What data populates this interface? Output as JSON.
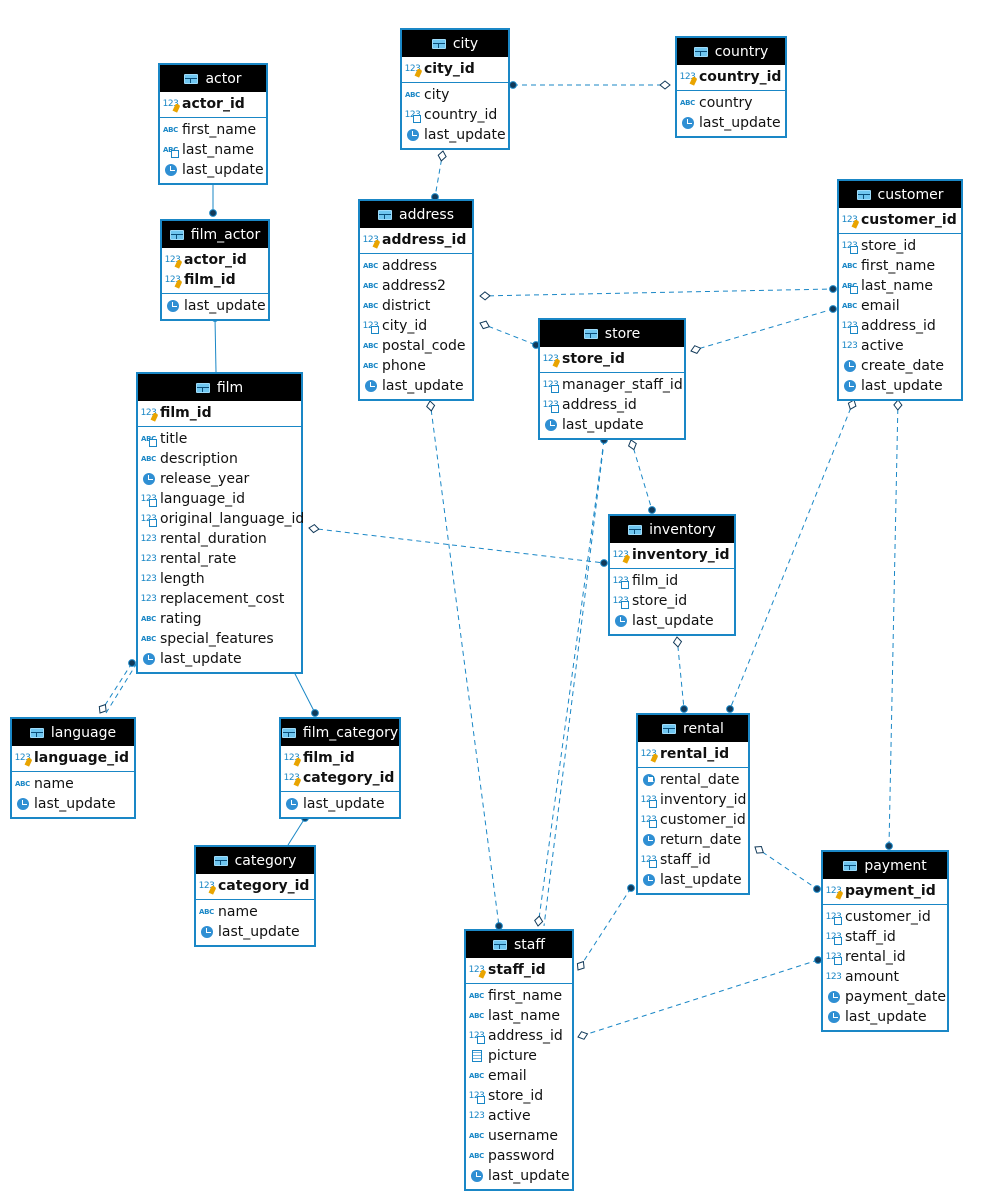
{
  "entities": [
    {
      "id": "actor",
      "title": "actor",
      "pk": [
        {
          "name": "actor_id",
          "icon": "number-key-icon"
        }
      ],
      "cols": [
        {
          "name": "first_name",
          "icon": "text-icon"
        },
        {
          "name": "last_name",
          "icon": "text-ref-icon"
        },
        {
          "name": "last_update",
          "icon": "clock-icon"
        }
      ]
    },
    {
      "id": "film_actor",
      "title": "film_actor",
      "pk": [
        {
          "name": "actor_id",
          "icon": "number-key-icon"
        },
        {
          "name": "film_id",
          "icon": "number-key-icon"
        }
      ],
      "cols": [
        {
          "name": "last_update",
          "icon": "clock-icon"
        }
      ]
    },
    {
      "id": "film",
      "title": "film",
      "pk": [
        {
          "name": "film_id",
          "icon": "number-key-icon"
        }
      ],
      "cols": [
        {
          "name": "title",
          "icon": "text-ref-icon"
        },
        {
          "name": "description",
          "icon": "text-icon"
        },
        {
          "name": "release_year",
          "icon": "clock-icon"
        },
        {
          "name": "language_id",
          "icon": "number-ref-icon"
        },
        {
          "name": "original_language_id",
          "icon": "number-ref-icon"
        },
        {
          "name": "rental_duration",
          "icon": "number-icon"
        },
        {
          "name": "rental_rate",
          "icon": "number-icon"
        },
        {
          "name": "length",
          "icon": "number-icon"
        },
        {
          "name": "replacement_cost",
          "icon": "number-icon"
        },
        {
          "name": "rating",
          "icon": "text-icon"
        },
        {
          "name": "special_features",
          "icon": "text-icon"
        },
        {
          "name": "last_update",
          "icon": "clock-icon"
        }
      ]
    },
    {
      "id": "language",
      "title": "language",
      "pk": [
        {
          "name": "language_id",
          "icon": "number-key-icon"
        }
      ],
      "cols": [
        {
          "name": "name",
          "icon": "text-icon"
        },
        {
          "name": "last_update",
          "icon": "clock-icon"
        }
      ]
    },
    {
      "id": "film_category",
      "title": "film_category",
      "pk": [
        {
          "name": "film_id",
          "icon": "number-key-icon"
        },
        {
          "name": "category_id",
          "icon": "number-key-icon"
        }
      ],
      "cols": [
        {
          "name": "last_update",
          "icon": "clock-icon"
        }
      ]
    },
    {
      "id": "category",
      "title": "category",
      "pk": [
        {
          "name": "category_id",
          "icon": "number-key-icon"
        }
      ],
      "cols": [
        {
          "name": "name",
          "icon": "text-icon"
        },
        {
          "name": "last_update",
          "icon": "clock-icon"
        }
      ]
    },
    {
      "id": "city",
      "title": "city",
      "pk": [
        {
          "name": "city_id",
          "icon": "number-key-icon"
        }
      ],
      "cols": [
        {
          "name": "city",
          "icon": "text-icon"
        },
        {
          "name": "country_id",
          "icon": "number-ref-icon"
        },
        {
          "name": "last_update",
          "icon": "clock-icon"
        }
      ]
    },
    {
      "id": "country",
      "title": "country",
      "pk": [
        {
          "name": "country_id",
          "icon": "number-key-icon"
        }
      ],
      "cols": [
        {
          "name": "country",
          "icon": "text-icon"
        },
        {
          "name": "last_update",
          "icon": "clock-icon"
        }
      ]
    },
    {
      "id": "address",
      "title": "address",
      "pk": [
        {
          "name": "address_id",
          "icon": "number-key-icon"
        }
      ],
      "cols": [
        {
          "name": "address",
          "icon": "text-icon"
        },
        {
          "name": "address2",
          "icon": "text-icon"
        },
        {
          "name": "district",
          "icon": "text-icon"
        },
        {
          "name": "city_id",
          "icon": "number-ref-icon"
        },
        {
          "name": "postal_code",
          "icon": "text-icon"
        },
        {
          "name": "phone",
          "icon": "text-icon"
        },
        {
          "name": "last_update",
          "icon": "clock-icon"
        }
      ]
    },
    {
      "id": "store",
      "title": "store",
      "pk": [
        {
          "name": "store_id",
          "icon": "number-key-icon"
        }
      ],
      "cols": [
        {
          "name": "manager_staff_id",
          "icon": "number-ref-icon"
        },
        {
          "name": "address_id",
          "icon": "number-ref-icon"
        },
        {
          "name": "last_update",
          "icon": "clock-icon"
        }
      ]
    },
    {
      "id": "customer",
      "title": "customer",
      "pk": [
        {
          "name": "customer_id",
          "icon": "number-key-icon"
        }
      ],
      "cols": [
        {
          "name": "store_id",
          "icon": "number-ref-icon"
        },
        {
          "name": "first_name",
          "icon": "text-icon"
        },
        {
          "name": "last_name",
          "icon": "text-ref-icon"
        },
        {
          "name": "email",
          "icon": "text-icon"
        },
        {
          "name": "address_id",
          "icon": "number-ref-icon"
        },
        {
          "name": "active",
          "icon": "number-icon"
        },
        {
          "name": "create_date",
          "icon": "clock-icon"
        },
        {
          "name": "last_update",
          "icon": "clock-icon"
        }
      ]
    },
    {
      "id": "inventory",
      "title": "inventory",
      "pk": [
        {
          "name": "inventory_id",
          "icon": "number-key-icon"
        }
      ],
      "cols": [
        {
          "name": "film_id",
          "icon": "number-ref-icon"
        },
        {
          "name": "store_id",
          "icon": "number-ref-icon"
        },
        {
          "name": "last_update",
          "icon": "clock-icon"
        }
      ]
    },
    {
      "id": "rental",
      "title": "rental",
      "pk": [
        {
          "name": "rental_id",
          "icon": "number-key-icon"
        }
      ],
      "cols": [
        {
          "name": "rental_date",
          "icon": "clock-ref-icon"
        },
        {
          "name": "inventory_id",
          "icon": "number-ref-icon"
        },
        {
          "name": "customer_id",
          "icon": "number-ref-icon"
        },
        {
          "name": "return_date",
          "icon": "clock-icon"
        },
        {
          "name": "staff_id",
          "icon": "number-ref-icon"
        },
        {
          "name": "last_update",
          "icon": "clock-icon"
        }
      ]
    },
    {
      "id": "payment",
      "title": "payment",
      "pk": [
        {
          "name": "payment_id",
          "icon": "number-key-icon"
        }
      ],
      "cols": [
        {
          "name": "customer_id",
          "icon": "number-ref-icon"
        },
        {
          "name": "staff_id",
          "icon": "number-ref-icon"
        },
        {
          "name": "rental_id",
          "icon": "number-ref-icon"
        },
        {
          "name": "amount",
          "icon": "number-icon"
        },
        {
          "name": "payment_date",
          "icon": "clock-icon"
        },
        {
          "name": "last_update",
          "icon": "clock-icon"
        }
      ]
    },
    {
      "id": "staff",
      "title": "staff",
      "pk": [
        {
          "name": "staff_id",
          "icon": "number-key-icon"
        }
      ],
      "cols": [
        {
          "name": "first_name",
          "icon": "text-icon"
        },
        {
          "name": "last_name",
          "icon": "text-icon"
        },
        {
          "name": "address_id",
          "icon": "number-ref-icon"
        },
        {
          "name": "picture",
          "icon": "binary-icon"
        },
        {
          "name": "email",
          "icon": "text-icon"
        },
        {
          "name": "store_id",
          "icon": "number-ref-icon"
        },
        {
          "name": "active",
          "icon": "number-icon"
        },
        {
          "name": "username",
          "icon": "text-icon"
        },
        {
          "name": "password",
          "icon": "text-icon"
        },
        {
          "name": "last_update",
          "icon": "clock-icon"
        }
      ]
    }
  ],
  "relationships": [
    {
      "parent": "actor",
      "child": "film_actor",
      "line": "solid"
    },
    {
      "parent": "film",
      "child": "film_actor",
      "line": "solid"
    },
    {
      "parent": "film",
      "child": "film_category",
      "line": "solid"
    },
    {
      "parent": "category",
      "child": "film_category",
      "line": "solid"
    },
    {
      "parent": "language",
      "child": "film",
      "line": "dashed"
    },
    {
      "parent": "language",
      "child": "film",
      "line": "dashed"
    },
    {
      "parent": "country",
      "child": "city",
      "line": "dashed"
    },
    {
      "parent": "city",
      "child": "address",
      "line": "dashed"
    },
    {
      "parent": "address",
      "child": "customer",
      "line": "dashed"
    },
    {
      "parent": "address",
      "child": "store",
      "line": "dashed"
    },
    {
      "parent": "address",
      "child": "staff",
      "line": "dashed"
    },
    {
      "parent": "store",
      "child": "customer",
      "line": "dashed"
    },
    {
      "parent": "store",
      "child": "inventory",
      "line": "dashed"
    },
    {
      "parent": "store",
      "child": "staff",
      "line": "dashed"
    },
    {
      "parent": "staff",
      "child": "store",
      "line": "dashed"
    },
    {
      "parent": "film",
      "child": "inventory",
      "line": "dashed"
    },
    {
      "parent": "inventory",
      "child": "rental",
      "line": "dashed"
    },
    {
      "parent": "customer",
      "child": "rental",
      "line": "dashed"
    },
    {
      "parent": "customer",
      "child": "payment",
      "line": "dashed"
    },
    {
      "parent": "rental",
      "child": "payment",
      "line": "dashed"
    },
    {
      "parent": "staff",
      "child": "rental",
      "line": "dashed"
    },
    {
      "parent": "staff",
      "child": "payment",
      "line": "dashed"
    }
  ],
  "colors": {
    "border": "#1a87c6",
    "header": "#000000",
    "header_text": "#ffffff",
    "line": "#1a87c6"
  }
}
